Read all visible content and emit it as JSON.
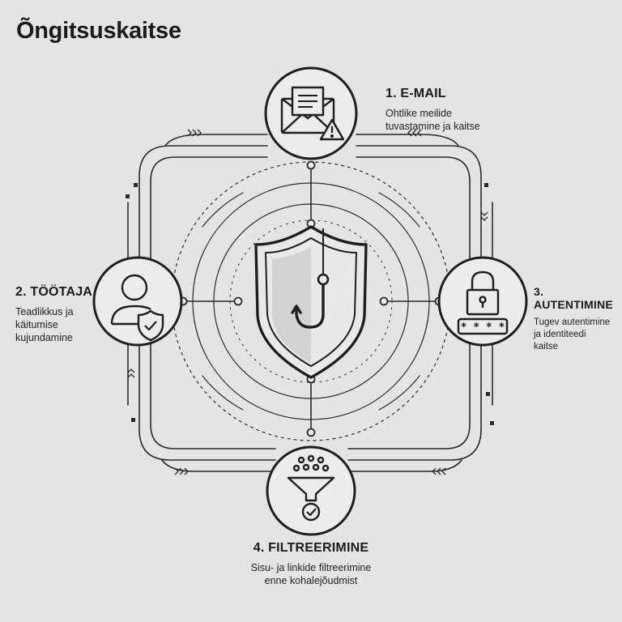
{
  "title": "Õngitsuskaitse",
  "steps": [
    {
      "title": "1. E-MAIL",
      "desc_lines": [
        "Ohtlike meilide",
        "tuvastamine ja kaitse"
      ]
    },
    {
      "title": "2. TÖÖTAJA",
      "desc_lines": [
        "Teadlikkus ja",
        "käitumise",
        "kujundamine"
      ]
    },
    {
      "title": "3. AUTENTIMINE",
      "desc_lines": [
        "Tugev autentimine",
        "ja identiteedi",
        "kaitse"
      ]
    },
    {
      "title": "4. FILTREERIMINE",
      "desc_lines": [
        "Sisu- ja linkide filtreerimine",
        "enne kohalejõudmist"
      ]
    }
  ],
  "password_mask": "* * * *",
  "icons": [
    "envelope-warning-icon",
    "user-shield-icon",
    "padlock-password-icon",
    "funnel-check-icon",
    "shield-hook-icon"
  ],
  "colors": {
    "background": "#e4e4e4",
    "line": "#2a2a2a",
    "node_fill": "#ececec"
  }
}
